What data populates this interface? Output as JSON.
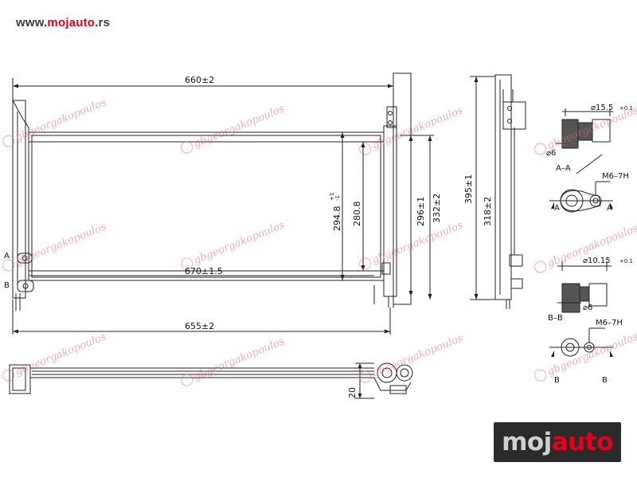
{
  "site": {
    "url_prefix": "www.",
    "url_brand": "mojauto",
    "url_suffix": ".rs"
  },
  "logo": {
    "part1": "moj",
    "part2": "auto"
  },
  "watermark": {
    "text": "gbgeorgakopoulos",
    "color": "#e06b78"
  },
  "dimensions": {
    "top_width": "660±2",
    "core_width": "670±1.5",
    "bottom_width": "655±2",
    "core_height_a": "294.8",
    "core_height_a_tol": "+1",
    "core_height_a_tol2": "-1",
    "core_height_b": "280.8",
    "side_296": "296±1",
    "side_332": "332±2",
    "side_395": "395±1",
    "side_318": "318±2",
    "thickness": "20"
  },
  "details": {
    "section_a": "A–A",
    "section_b": "B–B",
    "dia_top": "⌀15.5",
    "dia_top_tol": "+0.1",
    "dia_6_a": "⌀6",
    "thread_a": "M6–7H",
    "dia_mid": "⌀10.15",
    "dia_mid_tol": "+0.1",
    "dia_6_b": "⌀6",
    "thread_b": "M6–7H",
    "mark_a": "A",
    "mark_b": "B"
  },
  "colors": {
    "line": "#222222",
    "brand_red": "#e2001a",
    "logo_bg": "#2b2b2b"
  }
}
